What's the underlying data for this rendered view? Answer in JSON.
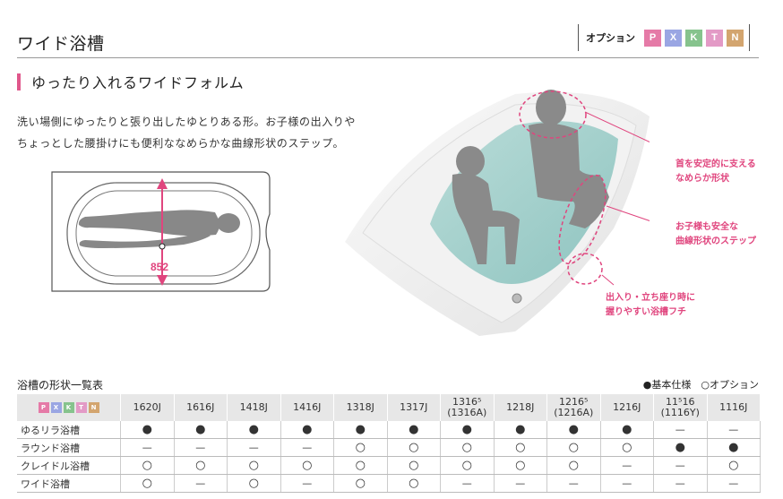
{
  "header": {
    "title": "ワイド浴槽",
    "options_label": "オプション",
    "option_badges": [
      {
        "letter": "P",
        "color": "#e57aa7"
      },
      {
        "letter": "X",
        "color": "#9aa6e3"
      },
      {
        "letter": "K",
        "color": "#86c38d"
      },
      {
        "letter": "T",
        "color": "#e39ac6"
      },
      {
        "letter": "N",
        "color": "#d3a56f"
      }
    ]
  },
  "section": {
    "heading": "ゆったり入れるワイドフォルム",
    "description_line1": "洗い場側にゆったりと張り出したゆとりある形。お子様の出入りや",
    "description_line2": "ちょっとした腰掛けにも便利ななめらかな曲線形状のステップ。"
  },
  "diagram": {
    "dimension_label": "852"
  },
  "callouts": {
    "neck_line1": "首を安定的に支える",
    "neck_line2": "なめらか形状",
    "step_line1": "お子様も安全な",
    "step_line2": "曲線形状のステップ",
    "rim_line1": "出入り・立ち座り時に",
    "rim_line2": "握りやすい浴槽フチ"
  },
  "table": {
    "caption": "浴槽の形状一覧表",
    "legend": "●基本仕様　○オプション",
    "columns": [
      {
        "main": "1620J",
        "sub": ""
      },
      {
        "main": "1616J",
        "sub": ""
      },
      {
        "main": "1418J",
        "sub": ""
      },
      {
        "main": "1416J",
        "sub": ""
      },
      {
        "main": "1318J",
        "sub": ""
      },
      {
        "main": "1317J",
        "sub": ""
      },
      {
        "main": "1316⁵",
        "sub": "(1316A)"
      },
      {
        "main": "1218J",
        "sub": ""
      },
      {
        "main": "1216⁵",
        "sub": "(1216A)"
      },
      {
        "main": "1216J",
        "sub": ""
      },
      {
        "main": "11⁵16",
        "sub": "(1116Y)"
      },
      {
        "main": "1116J",
        "sub": ""
      }
    ],
    "rows": [
      {
        "label": "ゆるリラ浴槽",
        "cells": [
          "●",
          "●",
          "●",
          "●",
          "●",
          "●",
          "●",
          "●",
          "●",
          "●",
          "—",
          "—"
        ]
      },
      {
        "label": "ラウンド浴槽",
        "cells": [
          "—",
          "—",
          "—",
          "—",
          "○",
          "○",
          "○",
          "○",
          "○",
          "○",
          "●",
          "●"
        ]
      },
      {
        "label": "クレイドル浴槽",
        "cells": [
          "○",
          "○",
          "○",
          "○",
          "○",
          "○",
          "○",
          "○",
          "○",
          "—",
          "—",
          "○"
        ]
      },
      {
        "label": "ワイド浴槽",
        "cells": [
          "○",
          "—",
          "○",
          "—",
          "○",
          "○",
          "—",
          "—",
          "—",
          "—",
          "—",
          "—"
        ]
      }
    ]
  }
}
